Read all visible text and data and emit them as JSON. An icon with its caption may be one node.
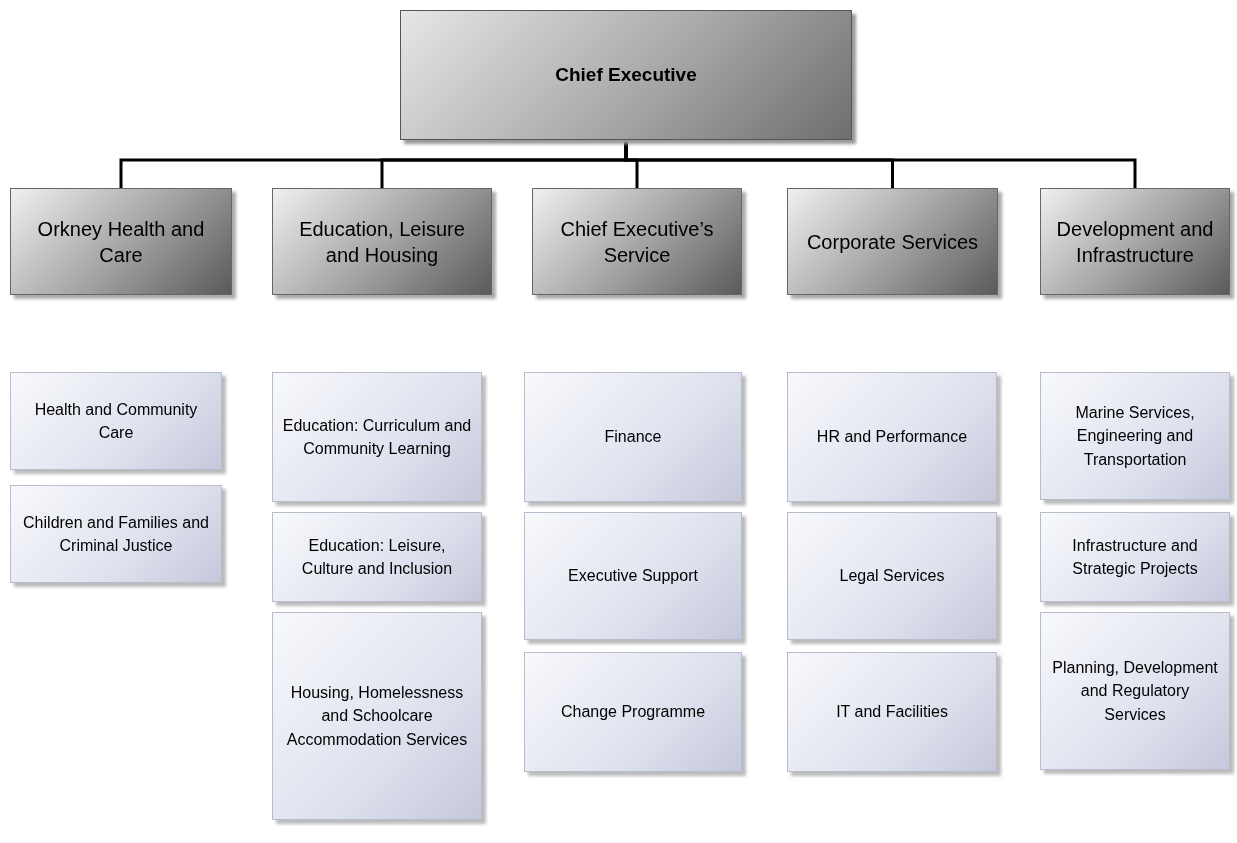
{
  "diagram": {
    "nodes": [
      {
        "text": [
          "Chief Executive"
        ]
      },
      {
        "text": [
          "Orkney Health and Care"
        ]
      },
      {
        "text": [
          "Education, Leisure and Housing"
        ]
      },
      {
        "text": [
          "Chief Executive’s Service"
        ]
      },
      {
        "text": [
          "Corporate Services"
        ]
      },
      {
        "text": [
          "Development and Infrastructure"
        ]
      },
      {
        "text": [
          "Health and Community Care"
        ]
      },
      {
        "text": [
          "Children and Families and Criminal Justice"
        ]
      },
      {
        "text": [
          "Education: Curriculum and Community Learning"
        ]
      },
      {
        "text": [
          "Education: Leisure, Culture and Inclusion"
        ]
      },
      {
        "text": [
          "Housing, Homelessness and Schoolcare Accommodation Services"
        ]
      },
      {
        "text": [
          "Finance"
        ]
      },
      {
        "text": [
          "Executive Support"
        ]
      },
      {
        "text": [
          "Change Programme"
        ]
      },
      {
        "text": [
          "HR and Performance"
        ]
      },
      {
        "text": [
          "Legal Services"
        ]
      },
      {
        "text": [
          "IT and Facilities"
        ]
      },
      {
        "text": [
          "Marine Services, Engineering and Transportation"
        ]
      },
      {
        "text": [
          "Infrastructure and Strategic Projects"
        ]
      },
      {
        "text": [
          "Planning, Development and Regulatory Services"
        ]
      }
    ],
    "edges": [
      {
        "from": 0,
        "to": 1,
        "arrow": "none"
      },
      {
        "from": 0,
        "to": 2,
        "arrow": "none"
      },
      {
        "from": 0,
        "to": 3,
        "arrow": "none"
      },
      {
        "from": 0,
        "to": 4,
        "arrow": "none"
      },
      {
        "from": 0,
        "to": 5,
        "arrow": "none"
      }
    ]
  }
}
